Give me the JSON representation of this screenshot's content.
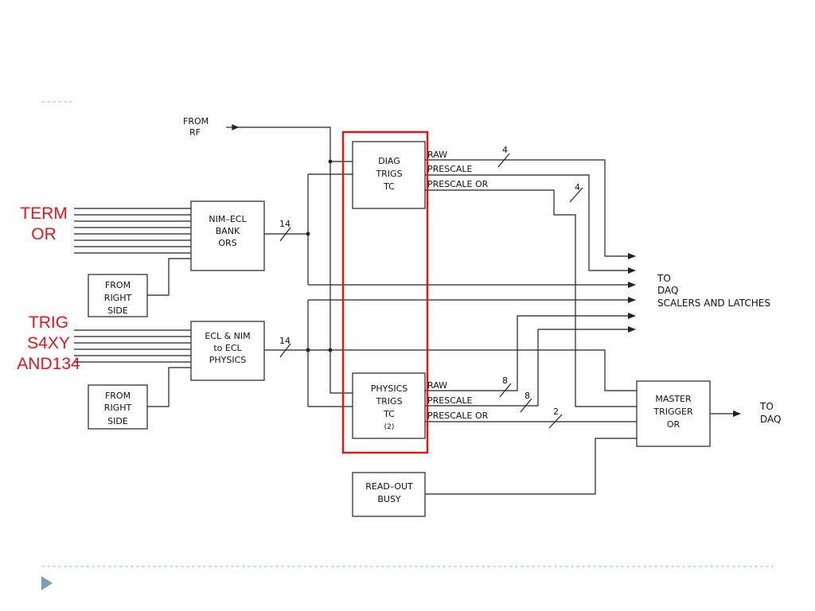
{
  "annotations": {
    "term_or": "TERM\nOR",
    "trig_s4xy": "TRIG\nS4XY\nAND134"
  },
  "sources": {
    "from_rf": [
      "FROM",
      "RF"
    ],
    "from_right_side_1": [
      "FROM",
      "RIGHT",
      "SIDE"
    ],
    "from_right_side_2": [
      "FROM",
      "RIGHT",
      "SIDE"
    ]
  },
  "blocks": {
    "nim_ecl": [
      "NIM–ECL",
      "BANK",
      "ORS"
    ],
    "ecl_nim": [
      "ECL & NIM",
      "to ECL",
      "PHYSICS"
    ],
    "diag": [
      "DIAG",
      "TRIGS",
      "TC"
    ],
    "physics": [
      "PHYSICS",
      "TRIGS",
      "TC",
      "(2)"
    ],
    "readout": [
      "READ–OUT",
      "BUSY"
    ],
    "master": [
      "MASTER",
      "TRIGGER",
      "OR"
    ]
  },
  "signals": {
    "diag_raw": "RAW",
    "diag_prescale": "PRESCALE",
    "diag_prescale_or": "PRESCALE OR",
    "phys_raw": "RAW",
    "phys_prescale": "PRESCALE",
    "phys_prescale_or": "PRESCALE OR"
  },
  "bus_counts": {
    "nim_out": "14",
    "ecl_out": "14",
    "diag_raw": "4",
    "diag_prescale": "4",
    "phys_raw": "8",
    "phys_prescale": "8",
    "phys_prescale_or": "2"
  },
  "outputs": {
    "to_daq_scalers": [
      "TO",
      "DAQ",
      "SCALERS AND LATCHES"
    ],
    "to_daq": [
      "TO",
      "DAQ"
    ]
  },
  "colors": {
    "highlight": "#e8141b",
    "annotation": "#e8141b",
    "wire": "#222222",
    "slide_rule": "#9fb6cc",
    "slide_marker": "#7f9bb8"
  }
}
